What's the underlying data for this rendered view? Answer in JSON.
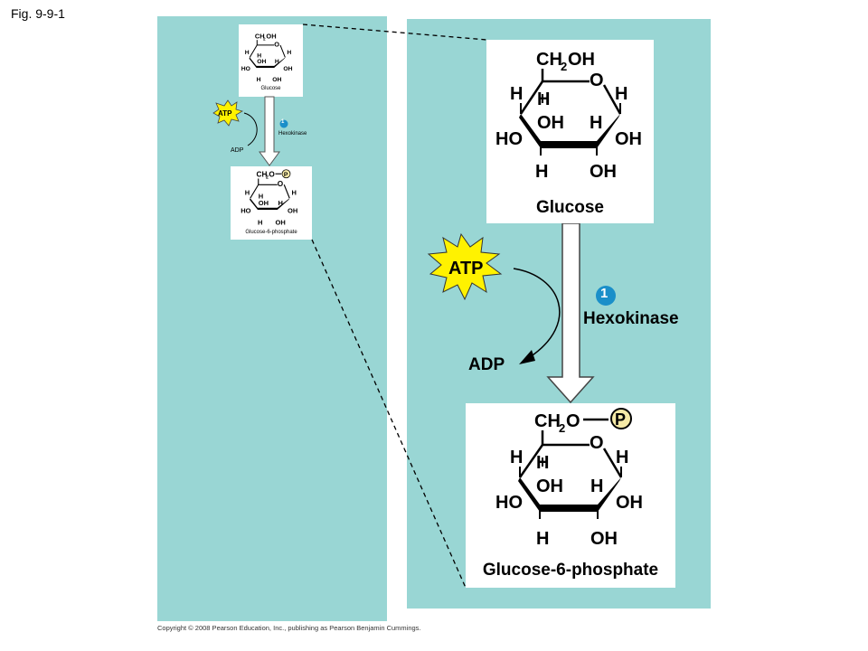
{
  "figure_label": "Fig. 9-9-1",
  "copyright": "Copyright © 2008 Pearson Education, Inc., publishing as Pearson Benjamin Cummings.",
  "glucose": {
    "name": "Glucose",
    "ch2": "CH",
    "sub2": "2",
    "oh": "OH",
    "ring_o": "O",
    "h": "H",
    "ho": "HO"
  },
  "g6p": {
    "name": "Glucose-6-phosphate",
    "ch2o": "CH",
    "sub2": "2",
    "o": "O",
    "phosphate": "P"
  },
  "step": {
    "number": "1",
    "enzyme": "Hexokinase",
    "atp": "ATP",
    "adp": "ADP"
  },
  "colors": {
    "panel": "#99d6d4",
    "atp_star": "#fff200",
    "step_badge": "#1a8fc9",
    "phosphate": "#f5e9a6"
  }
}
